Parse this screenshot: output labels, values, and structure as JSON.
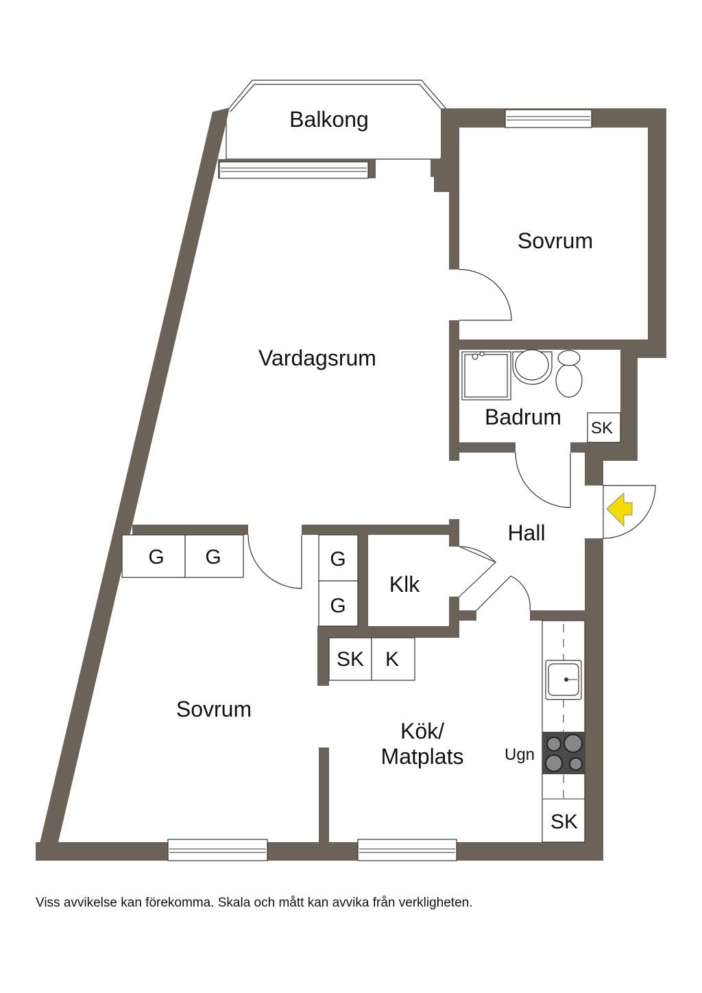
{
  "rooms": {
    "balcony": "Balkong",
    "bedroom_top": "Sovrum",
    "living_room": "Vardagsrum",
    "bathroom": "Badrum",
    "hall": "Hall",
    "walk_in_closet": "Klk",
    "bedroom_bottom": "Sovrum",
    "kitchen_line1": "Kök/",
    "kitchen_line2": "Matplats"
  },
  "fixtures": {
    "wardrobe": "G",
    "closet_sk": "SK",
    "closet_k": "K",
    "oven": "Ugn"
  },
  "colors": {
    "wall": "#6b6358",
    "entrance_arrow": "#f5dc00",
    "stove": "#4a4a4a"
  },
  "disclaimer": "Viss avvikelse kan förekomma. Skala och mått kan avvika från verkligheten."
}
